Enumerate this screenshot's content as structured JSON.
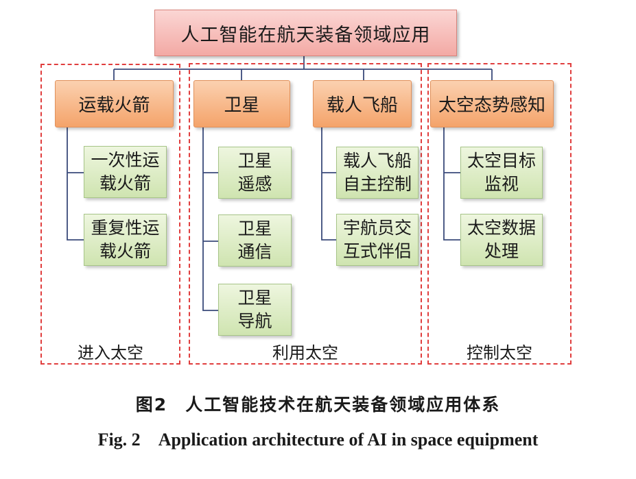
{
  "root": {
    "label": "人工智能在航天装备领域应用"
  },
  "groups": [
    {
      "label": "进入太空"
    },
    {
      "label": "利用太空"
    },
    {
      "label": "控制太空"
    }
  ],
  "categories": [
    {
      "label": "运载火箭",
      "children": [
        [
          "一次性运",
          "载火箭"
        ],
        [
          "重复性运",
          "载火箭"
        ]
      ]
    },
    {
      "label": "卫星",
      "children": [
        [
          "卫星",
          "遥感"
        ],
        [
          "卫星",
          "通信"
        ],
        [
          "卫星",
          "导航"
        ]
      ]
    },
    {
      "label": "载人飞船",
      "children": [
        [
          "载人飞船",
          "自主控制"
        ],
        [
          "宇航员交",
          "互式伴侣"
        ]
      ]
    },
    {
      "label": "太空态势感知",
      "children": [
        [
          "太空目标",
          "监视"
        ],
        [
          "太空数据",
          "处理"
        ]
      ]
    }
  ],
  "caption": {
    "cn_fig": "图2",
    "cn_text": "人工智能技术在航天装备领域应用体系",
    "en_fig": "Fig. 2",
    "en_text": "Application architecture of AI in space equipment"
  }
}
